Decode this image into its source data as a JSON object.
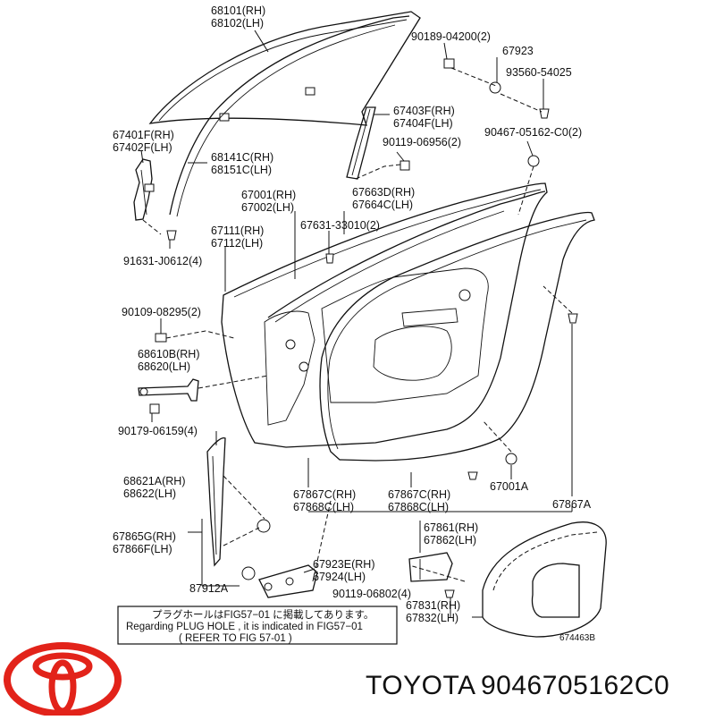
{
  "labels": [
    {
      "id": "68101",
      "lines": [
        "68101(RH)",
        "68102(LH)"
      ]
    },
    {
      "id": "90189",
      "lines": [
        "90189-04200(2)"
      ]
    },
    {
      "id": "67923",
      "lines": [
        "67923"
      ]
    },
    {
      "id": "93560",
      "lines": [
        "93560-54025"
      ]
    },
    {
      "id": "67403",
      "lines": [
        "67403F(RH)",
        "67404F(LH)"
      ]
    },
    {
      "id": "90119a",
      "lines": [
        "90119-06956(2)"
      ]
    },
    {
      "id": "90467",
      "lines": [
        "90467-05162-C0(2)"
      ]
    },
    {
      "id": "67401",
      "lines": [
        "67401F(RH)",
        "67402F(LH)"
      ]
    },
    {
      "id": "68141",
      "lines": [
        "68141C(RH)",
        "68151C(LH)"
      ]
    },
    {
      "id": "67001",
      "lines": [
        "67001(RH)",
        "67002(LH)"
      ]
    },
    {
      "id": "67663",
      "lines": [
        "67663D(RH)",
        "67664C(LH)"
      ]
    },
    {
      "id": "67631",
      "lines": [
        "67631-33010(2)"
      ]
    },
    {
      "id": "67111",
      "lines": [
        "67111(RH)",
        "67112(LH)"
      ]
    },
    {
      "id": "91631",
      "lines": [
        "91631-J0612(4)"
      ]
    },
    {
      "id": "90109",
      "lines": [
        "90109-08295(2)"
      ]
    },
    {
      "id": "68610",
      "lines": [
        "68610B(RH)",
        "68620(LH)"
      ]
    },
    {
      "id": "90179",
      "lines": [
        "90179-06159(4)"
      ]
    },
    {
      "id": "68621",
      "lines": [
        "68621A(RH)",
        "68622(LH)"
      ]
    },
    {
      "id": "67001A",
      "lines": [
        "67001A"
      ]
    },
    {
      "id": "67867C1",
      "lines": [
        "67867C(RH)",
        "67868C(LH)"
      ]
    },
    {
      "id": "67867C2",
      "lines": [
        "67867C(RH)",
        "67868C(LH)"
      ]
    },
    {
      "id": "67867A",
      "lines": [
        "67867A"
      ]
    },
    {
      "id": "67865",
      "lines": [
        "67865G(RH)",
        "67866F(LH)"
      ]
    },
    {
      "id": "67861",
      "lines": [
        "67861(RH)",
        "67862(LH)"
      ]
    },
    {
      "id": "67923E",
      "lines": [
        "67923E(RH)",
        "67924(LH)"
      ]
    },
    {
      "id": "87912",
      "lines": [
        "87912A"
      ]
    },
    {
      "id": "90119b",
      "lines": [
        "90119-06802(4)"
      ]
    },
    {
      "id": "67831",
      "lines": [
        "67831(RH)",
        "67832(LH)"
      ]
    },
    {
      "id": "fig",
      "lines": [
        "674463B"
      ]
    }
  ],
  "note": {
    "jp": "プラグホールはFIG57−01 に掲載してあります。",
    "en1": "Regarding  PLUG  HOLE  ,  it  is  indicated  in  FIG57−01",
    "en2": "(    REFER TO FIG 57-01    )"
  },
  "footer": {
    "brand": "TOYOTA",
    "part_number": "9046705162C0"
  },
  "colors": {
    "logo": "#e2231a",
    "ink": "#111111"
  },
  "icons": [
    "toyota-logo-icon"
  ]
}
